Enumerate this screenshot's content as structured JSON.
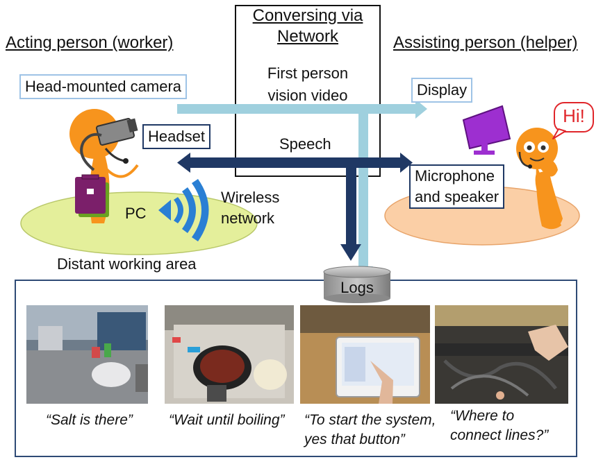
{
  "header": {
    "acting_person": "Acting person (worker)",
    "network_title_line1": "Conversing via",
    "network_title_line2": "Network",
    "assisting_person": "Assisting person (helper)"
  },
  "network": {
    "video_line1": "First person",
    "video_line2": "vision video",
    "speech": "Speech"
  },
  "worker": {
    "camera_label": "Head-mounted camera",
    "headset_label": "Headset",
    "pc_label": "PC",
    "wireless_line1": "Wireless",
    "wireless_line2": "network",
    "area_label": "Distant working area"
  },
  "helper": {
    "display_label": "Display",
    "greeting": "Hi!",
    "mic_line1": "Microphone",
    "mic_line2": "and speaker"
  },
  "logs": {
    "label": "Logs",
    "examples": [
      {
        "scene": "kitchen-counter",
        "quote_line1": "“Salt is there”",
        "quote_line2": ""
      },
      {
        "scene": "frying-pan-stove",
        "quote_line1": "“Wait until boiling”",
        "quote_line2": ""
      },
      {
        "scene": "touchscreen-pc",
        "quote_line1": "“To start the system,",
        "quote_line2": "yes that button”"
      },
      {
        "scene": "cable-wiring",
        "quote_line1": "“Where to",
        "quote_line2": "connect lines?”"
      }
    ]
  },
  "colors": {
    "video_arrow": "#9fd0de",
    "speech_arrow": "#1f3864",
    "worker_orange": "#f7941d",
    "bag_purple": "#7b1f6a",
    "bag_green": "#6aa121",
    "ellipse_green": "#e4ef9b",
    "ellipse_orange": "#fbcfa6",
    "wifi_blue": "#2a7fd4",
    "display_purple": "#9d2fd0",
    "greeting_red": "#e0252a",
    "logs_border": "#2e4a75"
  }
}
